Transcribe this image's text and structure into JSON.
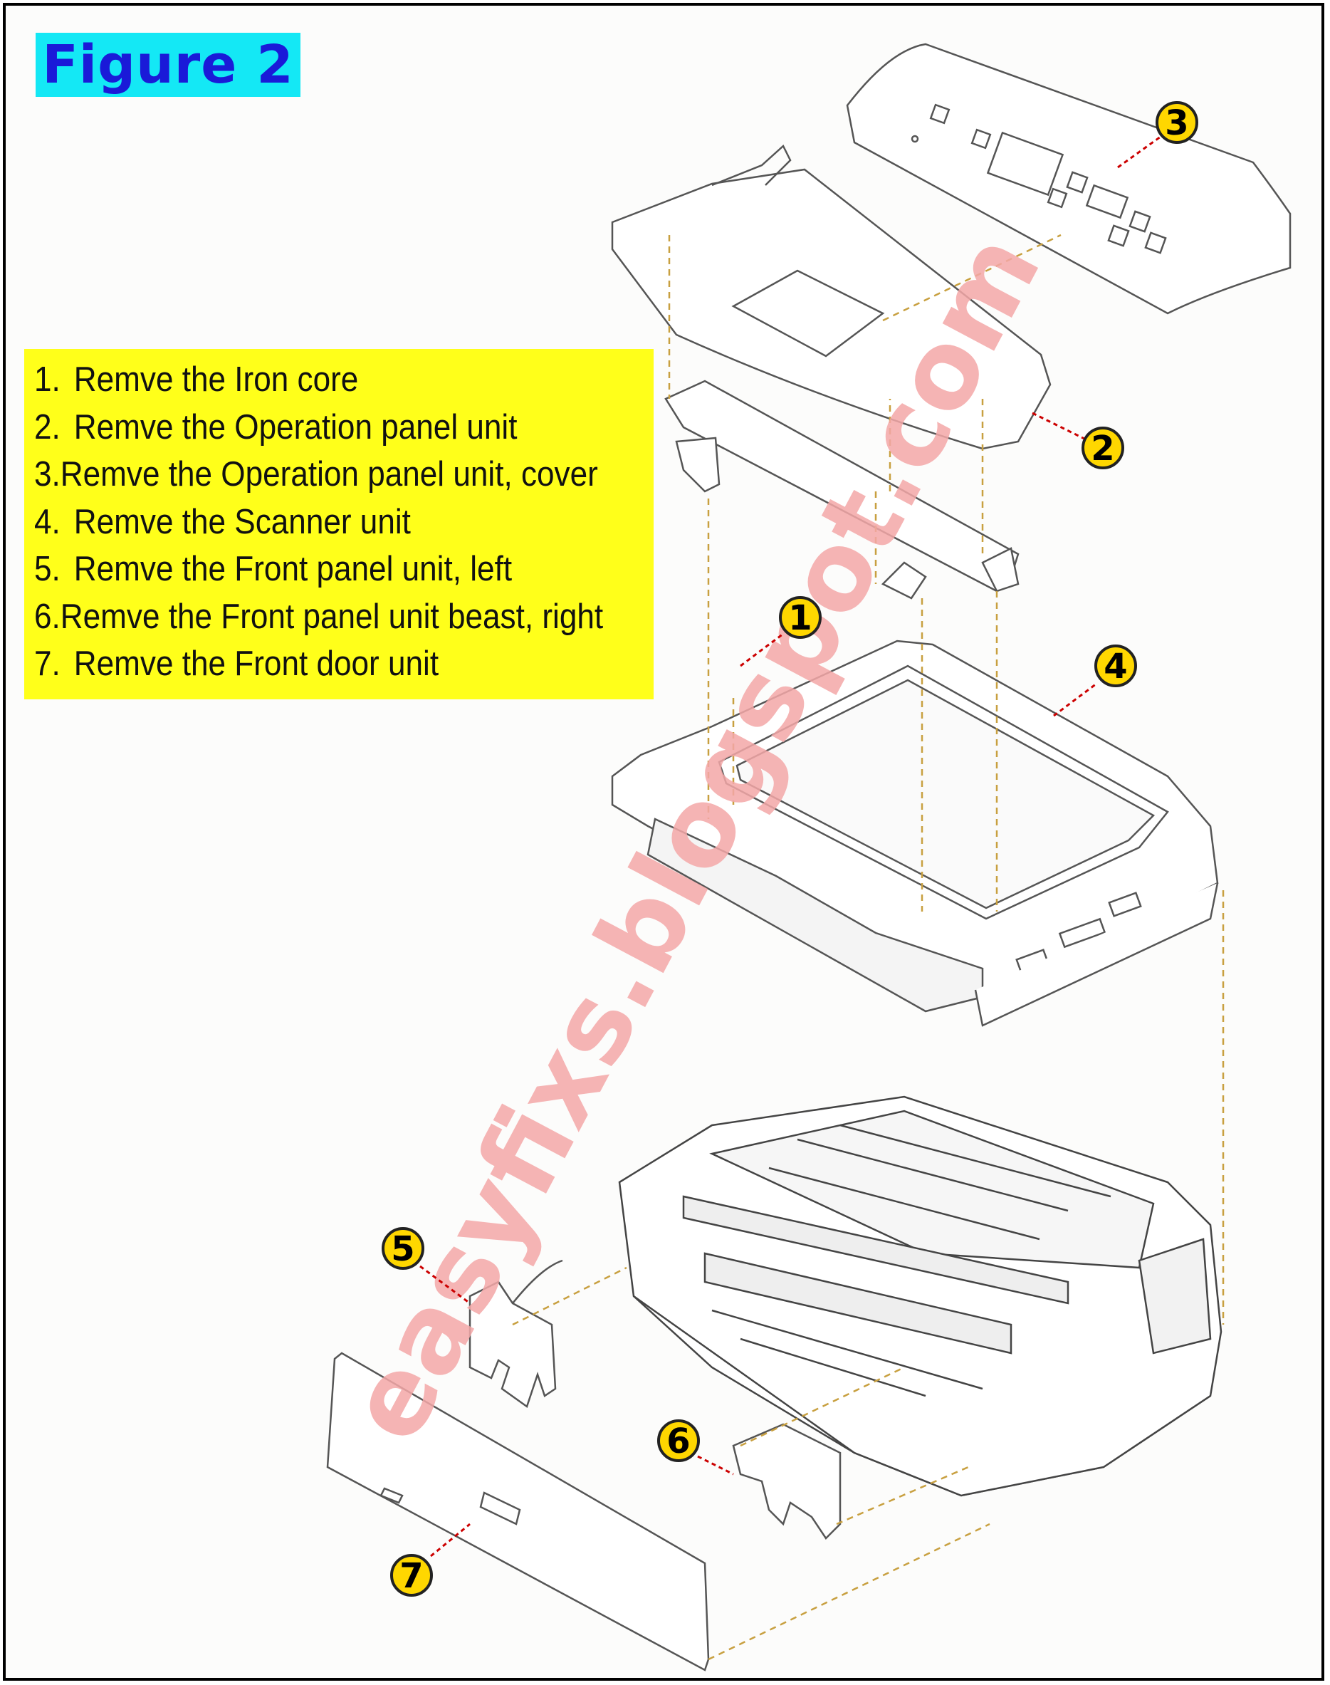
{
  "title": "Figure 2",
  "steps": [
    {
      "num": "1.",
      "text": "Remve the Iron core"
    },
    {
      "num": "2.",
      "text": "Remve the Operation panel unit"
    },
    {
      "num": "3.",
      "text": "Remve the Operation panel unit, cover"
    },
    {
      "num": "4.",
      "text": "Remve the Scanner unit"
    },
    {
      "num": "5.",
      "text": "Remve the Front panel unit, left"
    },
    {
      "num": "6.",
      "text": "Remve the Front panel unit beast, right"
    },
    {
      "num": "7.",
      "text": "Remve the Front door unit"
    }
  ],
  "callouts": [
    "1",
    "2",
    "3",
    "4",
    "5",
    "6",
    "7"
  ],
  "watermark": "easyfixs.blogspot.com",
  "colors": {
    "title_bg": "#14e8f5",
    "title_text": "#1a1ad8",
    "steps_bg": "#ffff1a",
    "callout_fill": "#ffd700",
    "leader_line": "#cc0000",
    "watermark": "#f4a8a8"
  }
}
